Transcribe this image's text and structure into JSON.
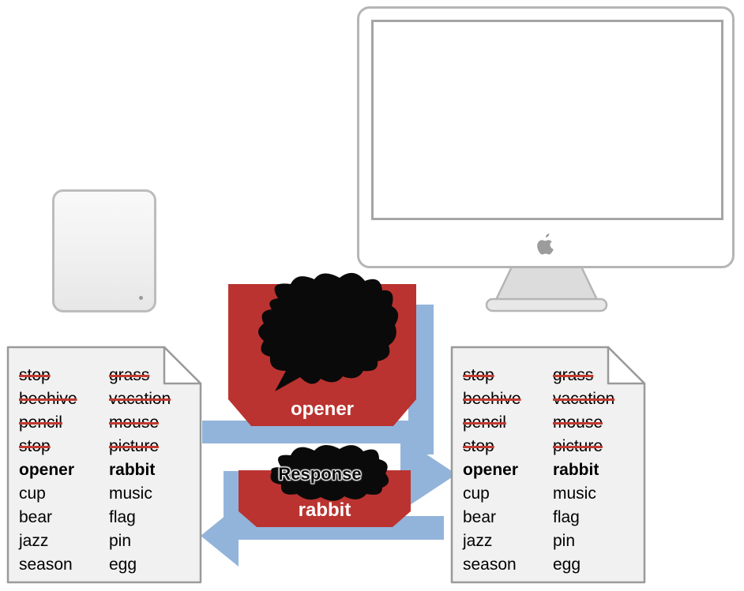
{
  "word_list": {
    "column1": [
      {
        "text": "stop",
        "struck": true,
        "bold": false
      },
      {
        "text": "beehive",
        "struck": true,
        "bold": false
      },
      {
        "text": "pencil",
        "struck": true,
        "bold": false
      },
      {
        "text": "stop",
        "struck": true,
        "bold": false
      },
      {
        "text": "opener",
        "struck": false,
        "bold": true
      },
      {
        "text": "cup",
        "struck": false,
        "bold": false
      },
      {
        "text": "bear",
        "struck": false,
        "bold": false
      },
      {
        "text": "jazz",
        "struck": false,
        "bold": false
      },
      {
        "text": "season",
        "struck": false,
        "bold": false
      }
    ],
    "column2": [
      {
        "text": "grass",
        "struck": true,
        "bold": false
      },
      {
        "text": "vacation",
        "struck": true,
        "bold": false
      },
      {
        "text": "mouse",
        "struck": true,
        "bold": false
      },
      {
        "text": "picture",
        "struck": true,
        "bold": false
      },
      {
        "text": "rabbit",
        "struck": false,
        "bold": true
      },
      {
        "text": "music",
        "struck": false,
        "bold": false
      },
      {
        "text": "flag",
        "struck": false,
        "bold": false
      },
      {
        "text": "pin",
        "struck": false,
        "bold": false
      },
      {
        "text": "egg",
        "struck": false,
        "bold": false
      }
    ]
  },
  "messages": {
    "challenge_label": "opener",
    "response_burst_text": "Response",
    "response_label": "rabbit"
  },
  "icons": {
    "apple_logo": "apple-icon"
  },
  "colors": {
    "arrow_blue": "#92b4da",
    "banner_red": "#ba3330",
    "burst_black": "#0a0a0a",
    "strike_red": "#c23a30",
    "doc_fill": "#f1f1f1",
    "doc_border": "#9a9a9a",
    "hardware_border": "#b5b5b5",
    "text_black": "#000000"
  }
}
